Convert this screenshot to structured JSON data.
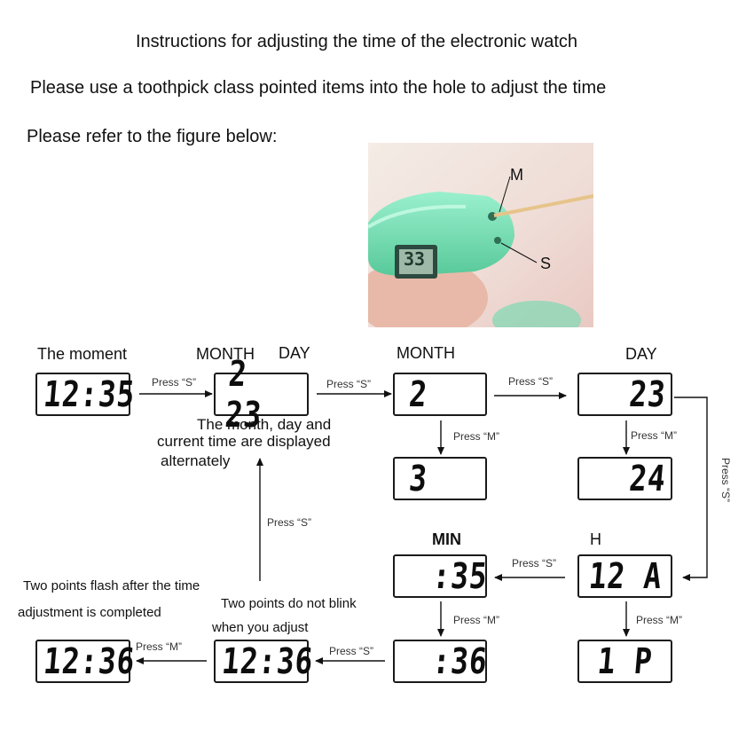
{
  "header": {
    "title": "Instructions for adjusting the time of the electronic watch",
    "line1": "Please use a toothpick class pointed items into the hole to adjust the time",
    "line2": "Please refer to the figure below:"
  },
  "photo": {
    "label_m": "M",
    "label_s": "S",
    "screen_digits": "33"
  },
  "columns": {
    "moment": "The moment",
    "month_day_month": "MONTH",
    "month_day_day": "DAY",
    "month": "MONTH",
    "day": "DAY",
    "min": "MIN",
    "h": "H"
  },
  "displays": {
    "moment": "12:35",
    "month_day": "2 23",
    "month": "2",
    "day": "23",
    "month_next": "3",
    "day_next": "24",
    "min": ":35",
    "hour": "12 A",
    "min_next": ":36",
    "hour_next": "1 P",
    "adjusting": "12:36",
    "final": "12:36"
  },
  "arrows": {
    "moment_to_monthday": "Press “S”",
    "monthday_to_month": "Press “S”",
    "month_to_day": "Press “S”",
    "month_down": "Press “M”",
    "day_down": "Press “M”",
    "day_to_hour": "Press “S”",
    "hour_to_min": "Press “S”",
    "min_down": "Press “M”",
    "hour_down": "Press “M”",
    "min_to_adjusting": "Press “S”",
    "adjusting_to_final": "Press “M”",
    "up_to_monthday": "Press “S”"
  },
  "notes": {
    "alternate": [
      "The month, day and",
      "current time are displayed",
      "alternately"
    ],
    "flash": [
      "Two points flash after the time",
      "adjustment is completed"
    ],
    "no_blink": [
      "Two points do not blink",
      "when you adjust"
    ]
  },
  "colors": {
    "watch_body": "#7fe0b8",
    "toothpick": "#e6c48a",
    "background_photo": "#f1e4df"
  }
}
